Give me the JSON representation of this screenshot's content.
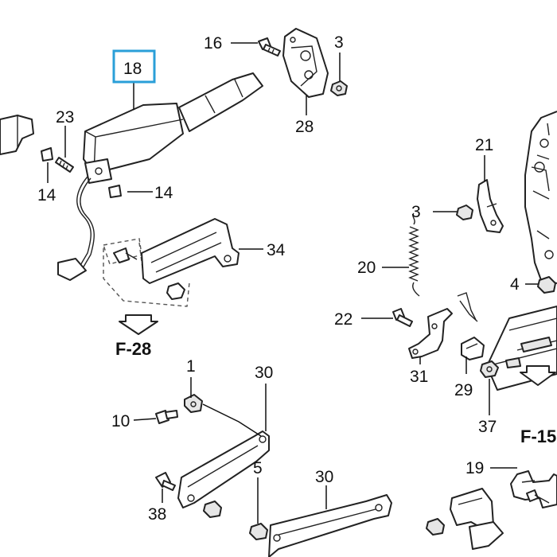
{
  "highlight_color": "#2a9fd8",
  "callouts": {
    "c18": "18",
    "c16": "16",
    "c3a": "3",
    "c28": "28",
    "c23": "23",
    "c14a": "14",
    "c14b": "14",
    "c21": "21",
    "c3b": "3",
    "c34": "34",
    "c20": "20",
    "c4": "4",
    "c22": "22",
    "c31": "31",
    "c29": "29",
    "c37": "37",
    "c1": "1",
    "c30a": "30",
    "c10": "10",
    "c38": "38",
    "c5": "5",
    "c30b": "30",
    "c19": "19"
  },
  "refs": {
    "f28": "F-28",
    "f15": "F-15"
  }
}
